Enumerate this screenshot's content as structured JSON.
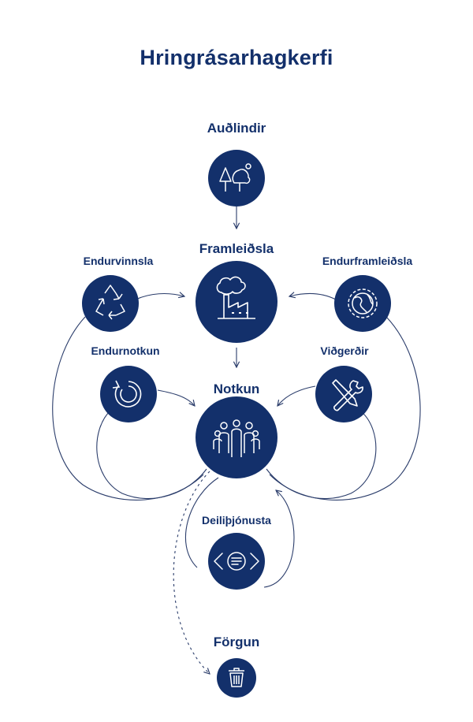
{
  "title": "Hringrásarhagkerfi",
  "colors": {
    "navy": "#13306b",
    "line": "#2b3d6b",
    "background": "#ffffff"
  },
  "nodes": {
    "resources": {
      "label": "Auðlindir",
      "icon": "trees-icon"
    },
    "production": {
      "label": "Framleiðsla",
      "icon": "factory-icon"
    },
    "use": {
      "label": "Notkun",
      "icon": "people-group-icon"
    },
    "recycling": {
      "label": "Endurvinnsla",
      "icon": "recycle-icon"
    },
    "reuse": {
      "label": "Endurnotkun",
      "icon": "circular-arrow-icon"
    },
    "remanufacture": {
      "label": "Endurframleiðsla",
      "icon": "gear-globe-icon"
    },
    "repair": {
      "label": "Viðgerðir",
      "icon": "wrench-screwdriver-icon"
    },
    "sharing": {
      "label": "Deiliþjónusta",
      "icon": "exchange-arrows-icon"
    },
    "disposal": {
      "label": "Förgun",
      "icon": "trash-can-icon"
    }
  }
}
